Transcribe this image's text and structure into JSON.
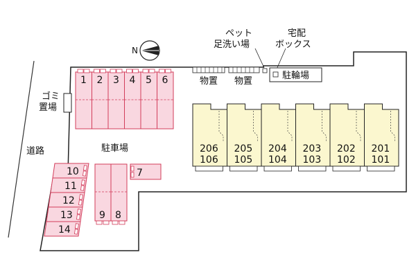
{
  "labels": {
    "road": "道路",
    "garbage_top": "ゴミ",
    "garbage_bottom": "置場",
    "parking": "駐車場",
    "pet_top": "ペット",
    "pet_bottom": "足洗い場",
    "delivery_top": "宅配",
    "delivery_bottom": "ボックス",
    "storage_1": "物置",
    "storage_2": "物置",
    "bicycle": "駐輪場",
    "north": "N"
  },
  "parking_top": [
    "1",
    "2",
    "3",
    "4",
    "5",
    "6"
  ],
  "parking_left": [
    "10",
    "11",
    "12",
    "13",
    "14"
  ],
  "parking_mid": [
    "9",
    "8"
  ],
  "parking_side": "7",
  "units": [
    {
      "upper": "206",
      "lower": "106"
    },
    {
      "upper": "205",
      "lower": "105"
    },
    {
      "upper": "204",
      "lower": "104"
    },
    {
      "upper": "203",
      "lower": "103"
    },
    {
      "upper": "202",
      "lower": "102"
    },
    {
      "upper": "201",
      "lower": "101"
    }
  ],
  "colors": {
    "parking_fill": "#f9d7e0",
    "parking_stroke": "#d23c5a",
    "unit_fill": "#fbf7cf",
    "outline": "#222222"
  }
}
